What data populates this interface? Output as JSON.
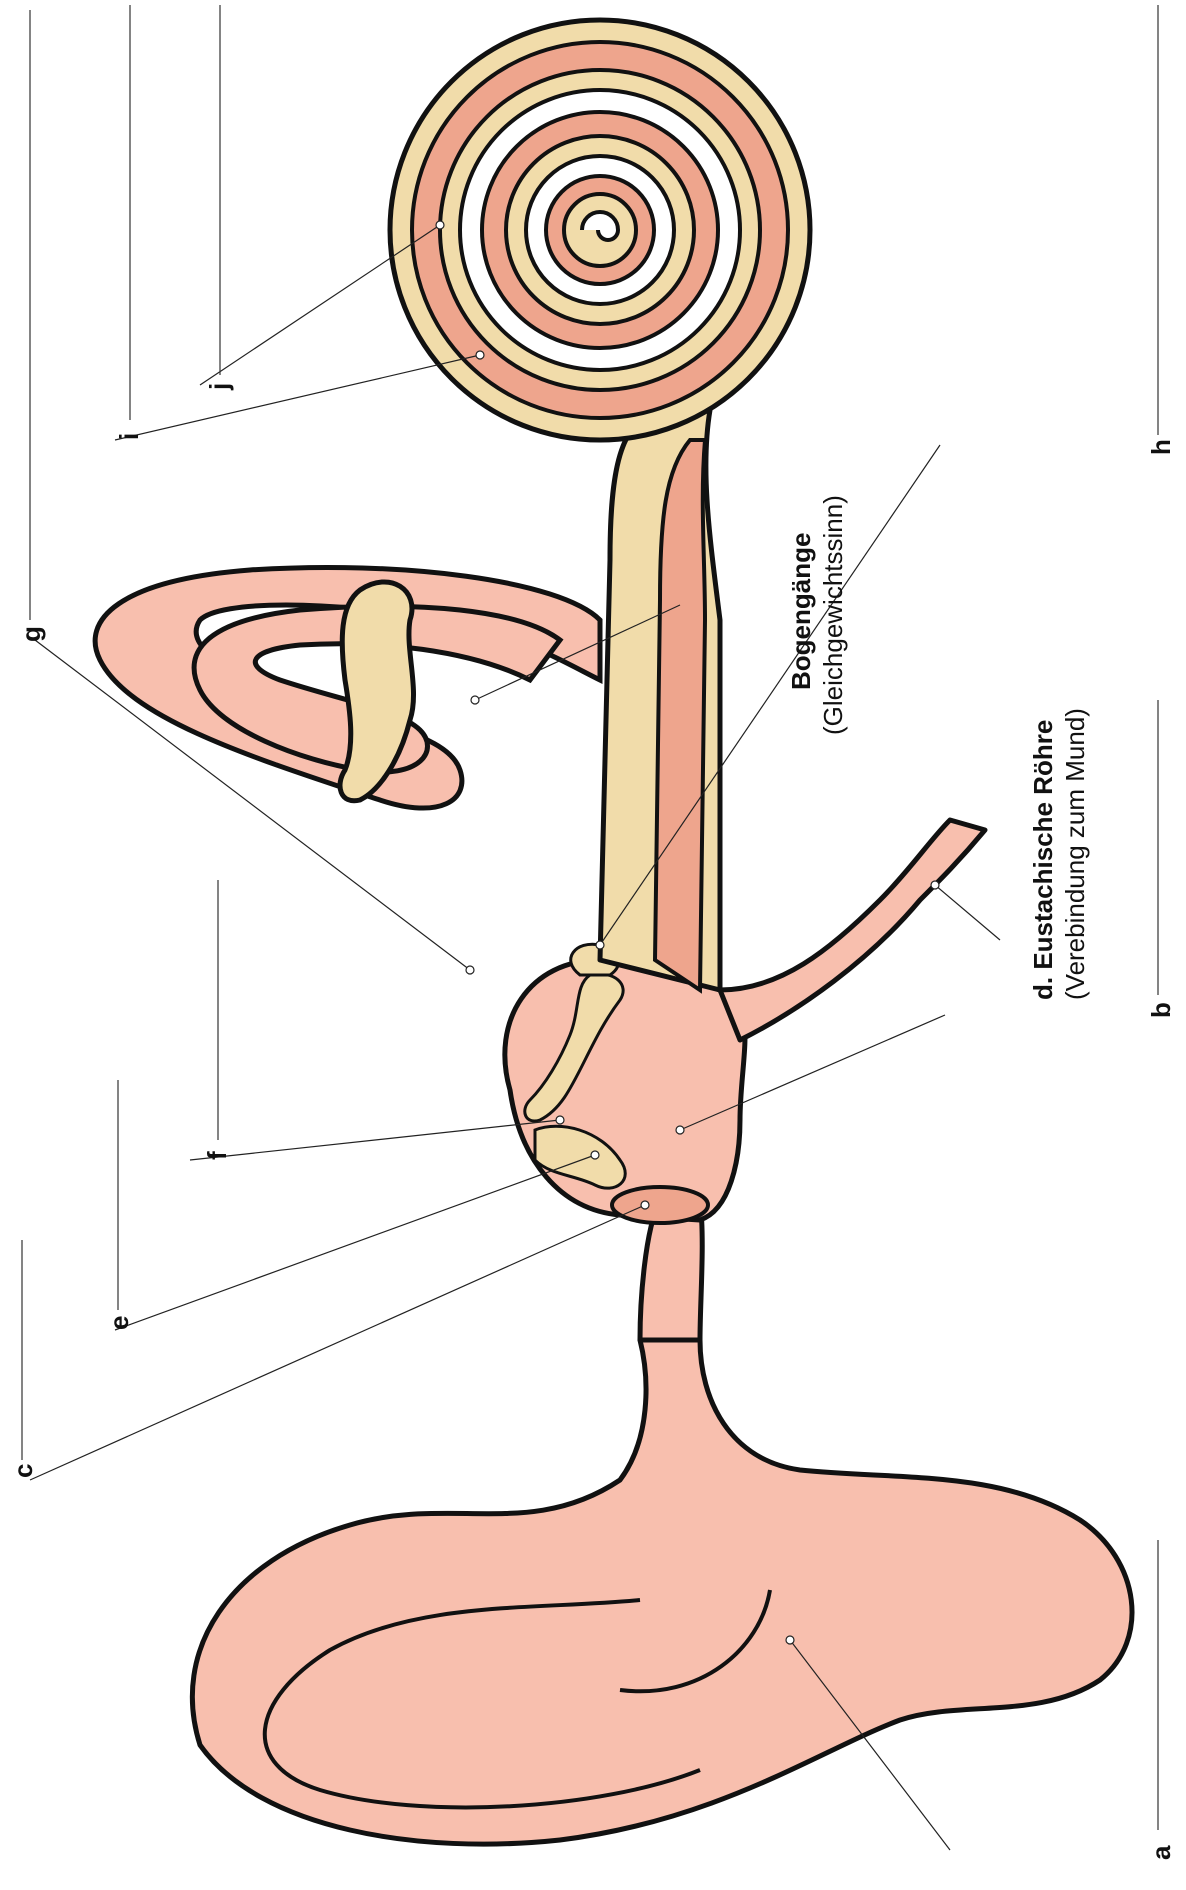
{
  "colors": {
    "pink": "#f8bfae",
    "salmon": "#eea58d",
    "cream": "#f1dcaa",
    "outline": "#111111"
  },
  "labels": {
    "a": "a",
    "b": "b",
    "c": "c",
    "e": "e",
    "f": "f",
    "g": "g",
    "h": "h",
    "i": "i",
    "j": "j"
  },
  "bogengaenge": {
    "title": "Bogengänge",
    "subtitle": "(Gleichgewichtssinn)"
  },
  "eustachische": {
    "title": "d. Eustachische Röhre",
    "subtitle": "(Verebindung zum Mund)"
  }
}
